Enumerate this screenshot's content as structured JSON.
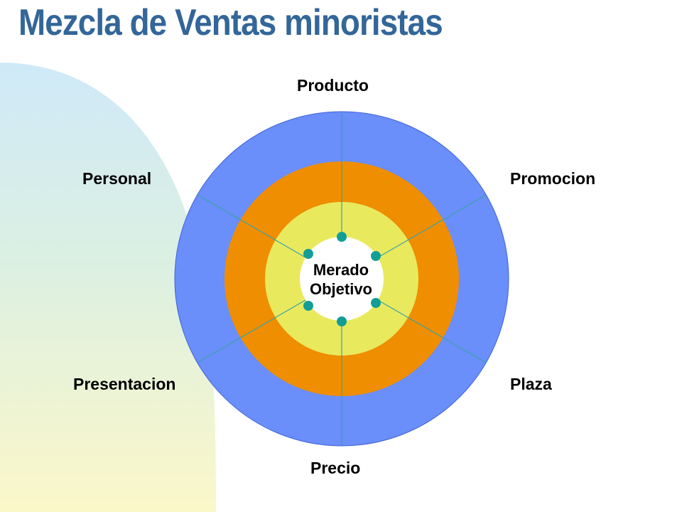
{
  "slide": {
    "title": "Mezcla de Ventas minoristas"
  },
  "diagram": {
    "center": {
      "line1": "Merado",
      "line2": "Objetivo"
    },
    "segments": [
      {
        "label": "Producto",
        "icon": "dot-icon"
      },
      {
        "label": "Promocion",
        "icon": "dot-icon"
      },
      {
        "label": "Plaza",
        "icon": "dot-icon"
      },
      {
        "label": "Precio",
        "icon": "dot-icon"
      },
      {
        "label": "Presentacion",
        "icon": "dot-icon"
      },
      {
        "label": "Personal",
        "icon": "dot-icon"
      }
    ]
  },
  "colors": {
    "title": "#336699",
    "outer_ring": "#6a8efa",
    "middle_ring": "#ee8e00",
    "inner_ring": "#e9e95e",
    "center": "#ffffff",
    "dots": "#129e96",
    "lines": "#3aa3a8"
  }
}
